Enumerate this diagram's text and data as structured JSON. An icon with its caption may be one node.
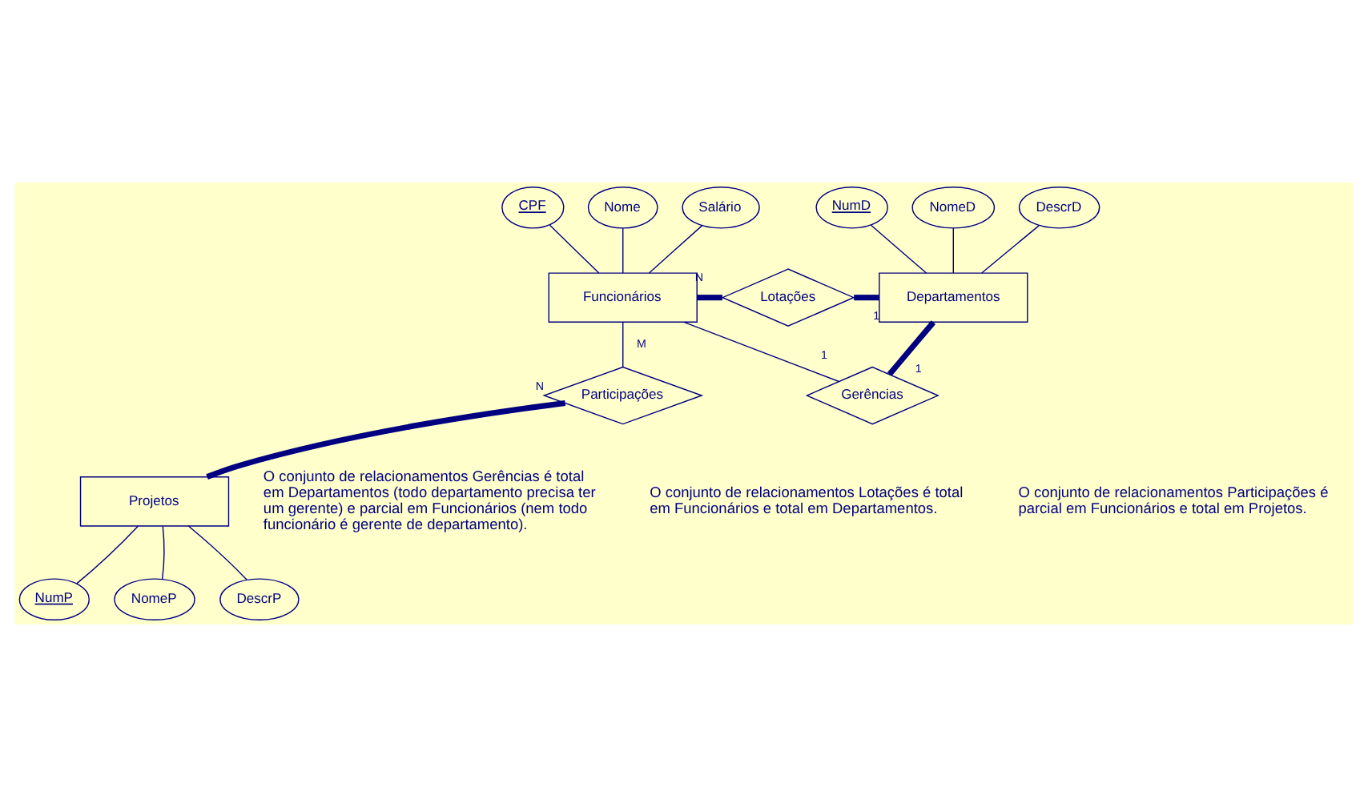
{
  "diagram": {
    "nodes": [
      {
        "text": [
          "CPF"
        ]
      },
      {
        "text": [
          "Nome"
        ]
      },
      {
        "text": [
          "Salário"
        ]
      },
      {
        "text": [
          "Funcionários"
        ]
      },
      {
        "text": [
          "Lotações"
        ]
      },
      {
        "text": [
          "Departamentos"
        ]
      },
      {
        "text": [
          "NumD"
        ]
      },
      {
        "text": [
          "NomeD"
        ]
      },
      {
        "text": [
          "DescrD"
        ]
      },
      {
        "text": [
          "Gerências"
        ]
      },
      {
        "text": [
          "Participações"
        ]
      },
      {
        "text": [
          "Projetos"
        ]
      },
      {
        "text": [
          "NumP"
        ]
      },
      {
        "text": [
          "NomeP"
        ]
      },
      {
        "text": [
          "DescrP"
        ]
      }
    ],
    "edges": [
      {
        "from": 0,
        "to": 3,
        "arrow": "none"
      },
      {
        "from": 1,
        "to": 3,
        "arrow": "none"
      },
      {
        "from": 2,
        "to": 3,
        "arrow": "none"
      },
      {
        "from": 6,
        "to": 5,
        "arrow": "none"
      },
      {
        "from": 7,
        "to": 5,
        "arrow": "none"
      },
      {
        "from": 8,
        "to": 5,
        "arrow": "none"
      },
      {
        "from": 3,
        "to": 4,
        "arrow": "none",
        "label": "N",
        "style": "thick"
      },
      {
        "from": 4,
        "to": 5,
        "arrow": "none",
        "label": "1",
        "style": "thick"
      },
      {
        "from": 3,
        "to": 9,
        "arrow": "none",
        "label": "1"
      },
      {
        "from": 9,
        "to": 5,
        "arrow": "none",
        "label": "1",
        "style": "thick"
      },
      {
        "from": 3,
        "to": 10,
        "arrow": "none",
        "label": "M"
      },
      {
        "from": 10,
        "to": 11,
        "arrow": "none",
        "label": "N",
        "style": "thick"
      },
      {
        "from": 12,
        "to": 11,
        "arrow": "none"
      },
      {
        "from": 13,
        "to": 11,
        "arrow": "none"
      },
      {
        "from": 14,
        "to": 11,
        "arrow": "none"
      }
    ],
    "labels": [
      "O conjunto de relacionamentos Gerências é total em Departamentos (todo departamento precisa ter um gerente) e parcial em Funcionários (nem todo funcionário é gerente de departamento).",
      "O conjunto de relacionamentos Lotações é total em Funcionários e total em Departamentos.",
      "O conjunto de relacionamentos Participações é parcial em Funcionários e total em Projetos."
    ]
  }
}
